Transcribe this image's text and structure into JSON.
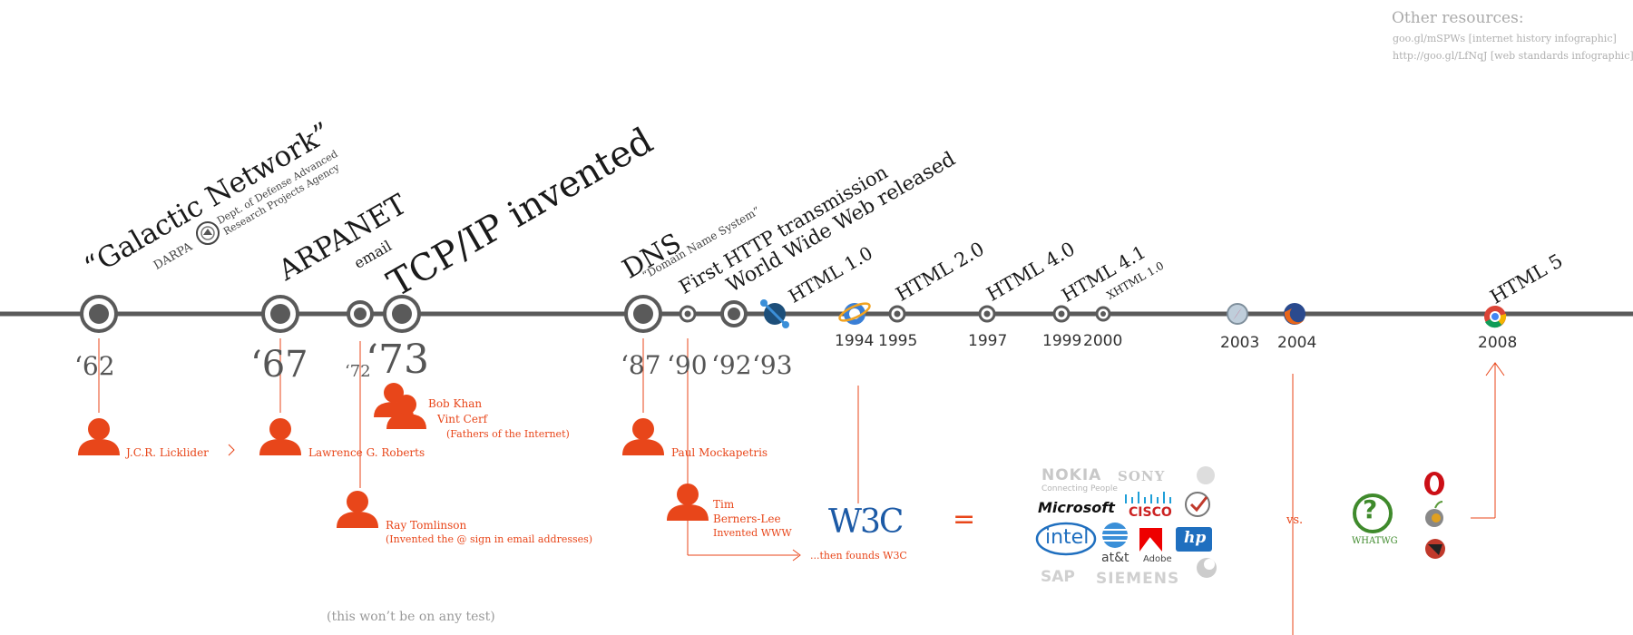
{
  "resources": {
    "title": "Other resources:",
    "links": [
      "goo.gl/mSPWs [internet history infographic]",
      "http://goo.gl/LfNqJ [web standards infographic]"
    ]
  },
  "events": {
    "galactic": "“Galactic Network”",
    "darpa": "DARPA",
    "darpa_full_1": "Dept. of Defense Advanced",
    "darpa_full_2": "Research Projects Agency",
    "arpanet": "ARPANET",
    "email": "email",
    "tcpip": "TCP/IP invented",
    "dns": "DNS",
    "dns_full": "“Domain Name System”",
    "http": "First HTTP transmission",
    "www": "World Wide Web released",
    "html1": "HTML 1.0",
    "html2": "HTML 2.0",
    "html4": "HTML 4.0",
    "html41": "HTML 4.1",
    "xhtml": "XHTML 1.0",
    "html5": "HTML 5"
  },
  "years": {
    "y62": "‘62",
    "y67": "‘67",
    "y72": "‘72",
    "y73": "‘73",
    "y87": "‘87",
    "y90": "‘90",
    "y92": "‘92",
    "y93": "‘93",
    "y1994": "1994",
    "y1995": "1995",
    "y1997": "1997",
    "y1999": "1999",
    "y2000": "2000",
    "y2003": "2003",
    "y2004": "2004",
    "y2008": "2008"
  },
  "people": {
    "licklider": "J.C.R. Licklider",
    "roberts": "Lawrence G. Roberts",
    "khan": "Bob Khan",
    "cerf": "Vint Cerf",
    "fathers": "(Fathers of the Internet)",
    "tomlinson": "Ray Tomlinson",
    "tomlinson_note": "(Invented the @ sign in email addresses)",
    "mockapetris": "Paul Mockapetris",
    "tbl_1": "Tim",
    "tbl_2": "Berners-Lee",
    "tbl_note": "Invented WWW"
  },
  "w3c": {
    "logo": "W3C",
    "note": "...then founds W3C",
    "equals": "="
  },
  "members": {
    "nokia": "NOKIA",
    "nokia_tag": "Connecting People",
    "sony": "SONY",
    "microsoft": "Microsoft",
    "cisco": "CISCO",
    "intel": "intel",
    "att": "at&t",
    "adobe": "Adobe",
    "hp": "hp",
    "sap": "SAP",
    "siemens": "SIEMENS"
  },
  "vs": "vs.",
  "whatwg": {
    "mark": "?",
    "label": "WHATWG"
  },
  "footnote": "(this won’t be on any test)",
  "colors": {
    "accent": "#e8461a",
    "line": "#5a5a5a",
    "muted": "#b0b0b0",
    "w3c": "#1c5aa6",
    "whatwg": "#3f8a2c"
  }
}
